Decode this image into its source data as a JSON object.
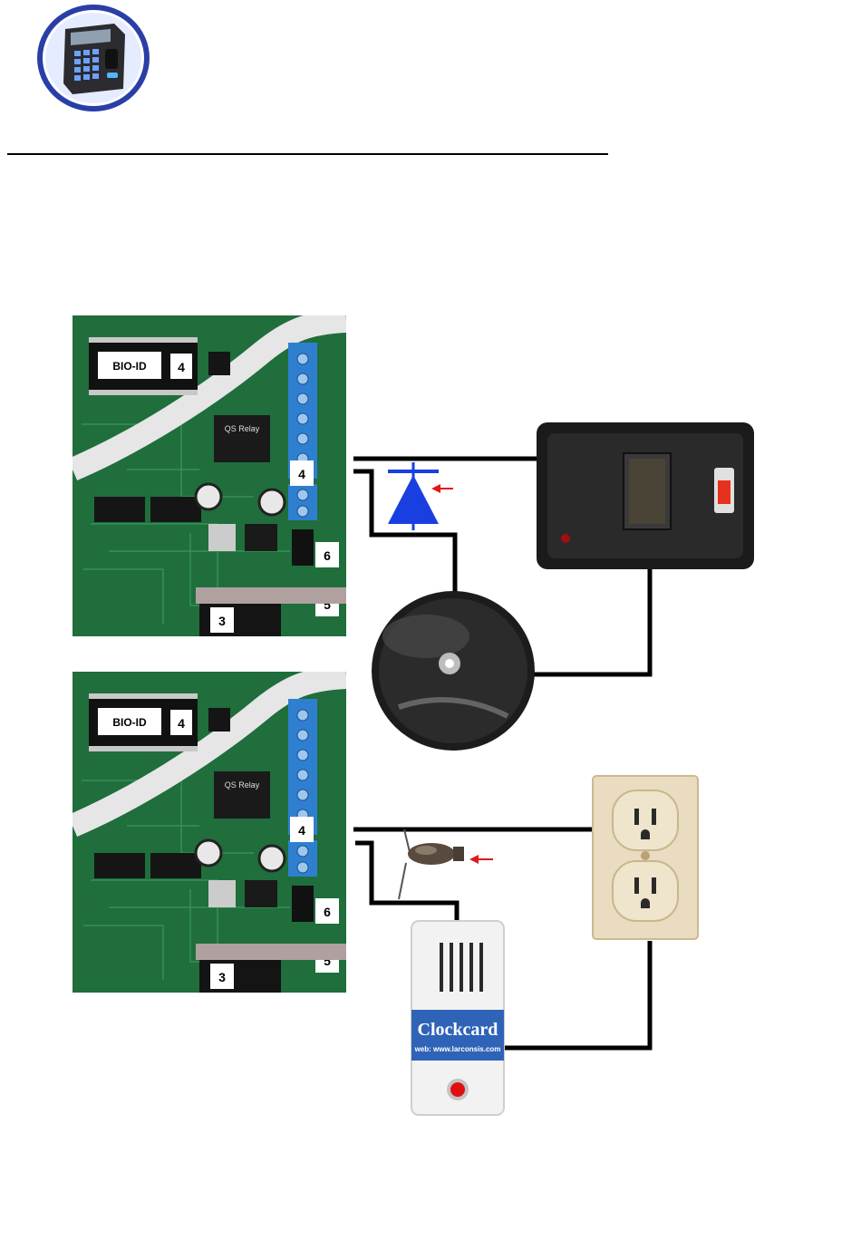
{
  "boards": [
    {
      "chip_label": "BIO-ID",
      "relay_label": "QS Relay",
      "callouts": [
        "4",
        "4",
        "6",
        "5",
        "3"
      ]
    },
    {
      "chip_label": "BIO-ID",
      "relay_label": "QS Relay",
      "callouts": [
        "4",
        "4",
        "6",
        "5",
        "3"
      ]
    }
  ],
  "buzzer": {
    "brand": "Clockcard",
    "web": "web: www.larconsis.com"
  },
  "colors": {
    "pcb": "#1f6e3c",
    "terminal": "#2f7fd0",
    "diode": "#1a3fe0",
    "arrow": "#e01818",
    "wire": "#000000",
    "adapter": "#1b1b1b",
    "outlet": "#e9dcc0",
    "logo_ring": "#2a3ea8"
  },
  "icons": {
    "logo": "biometric-terminal-icon",
    "diode": "diode-icon",
    "varistor": "varistor-icon",
    "bell": "bell-icon",
    "adapter": "power-adapter-icon",
    "outlet": "wall-outlet-icon",
    "buzzer": "buzzer-icon"
  }
}
